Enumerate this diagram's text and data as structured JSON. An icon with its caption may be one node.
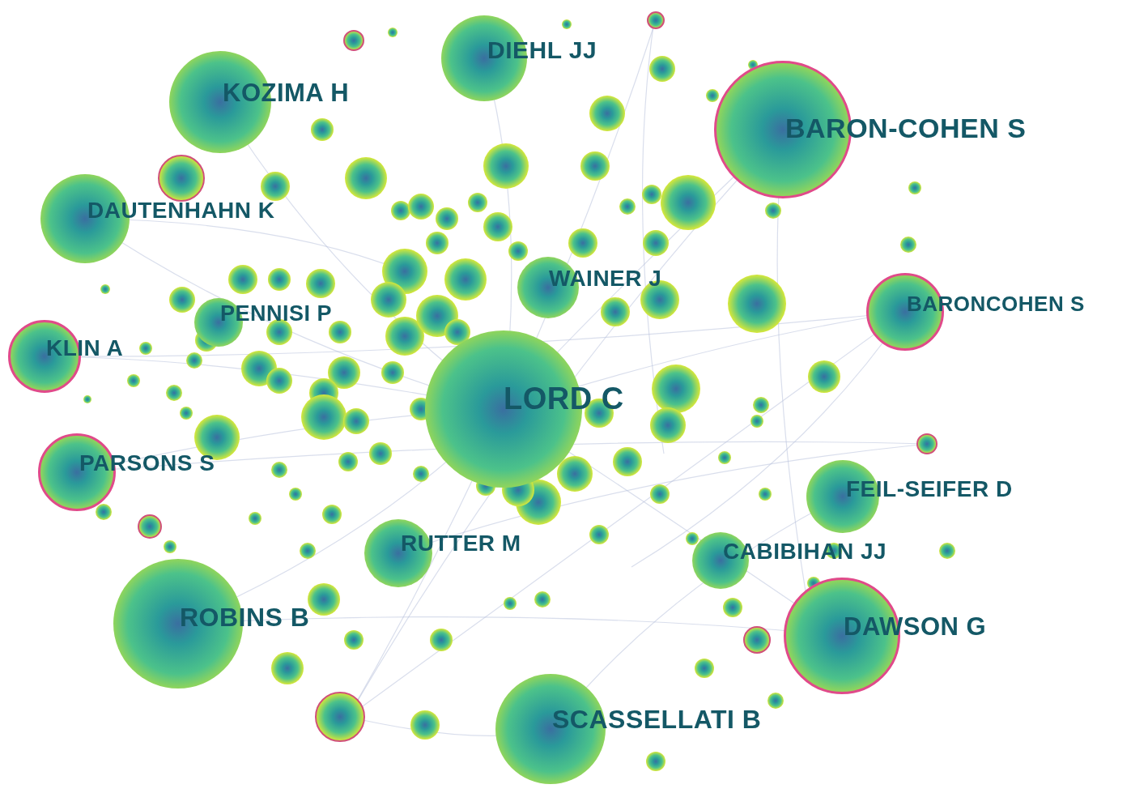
{
  "diagram": {
    "nodes": [
      {
        "text": [
          "DIEHL JJ"
        ]
      },
      {
        "text": [
          "KOZIMA H"
        ]
      },
      {
        "text": [
          "BARON-COHEN S"
        ]
      },
      {
        "text": [
          "DAUTENHAHN K"
        ]
      },
      {
        "text": [
          "WAINER J"
        ]
      },
      {
        "text": [
          "BARONCOHEN S"
        ]
      },
      {
        "text": [
          "PENNISI P"
        ]
      },
      {
        "text": [
          "KLIN A"
        ]
      },
      {
        "text": [
          "LORD C"
        ]
      },
      {
        "text": [
          "PARSONS S"
        ]
      },
      {
        "text": [
          "FEIL-SEIFER D"
        ]
      },
      {
        "text": [
          "RUTTER M"
        ]
      },
      {
        "text": [
          "CABIBIHAN JJ"
        ]
      },
      {
        "text": [
          "ROBINS B"
        ]
      },
      {
        "text": [
          "DAWSON G"
        ]
      },
      {
        "text": [
          "SCASSELLATI B"
        ]
      }
    ]
  }
}
